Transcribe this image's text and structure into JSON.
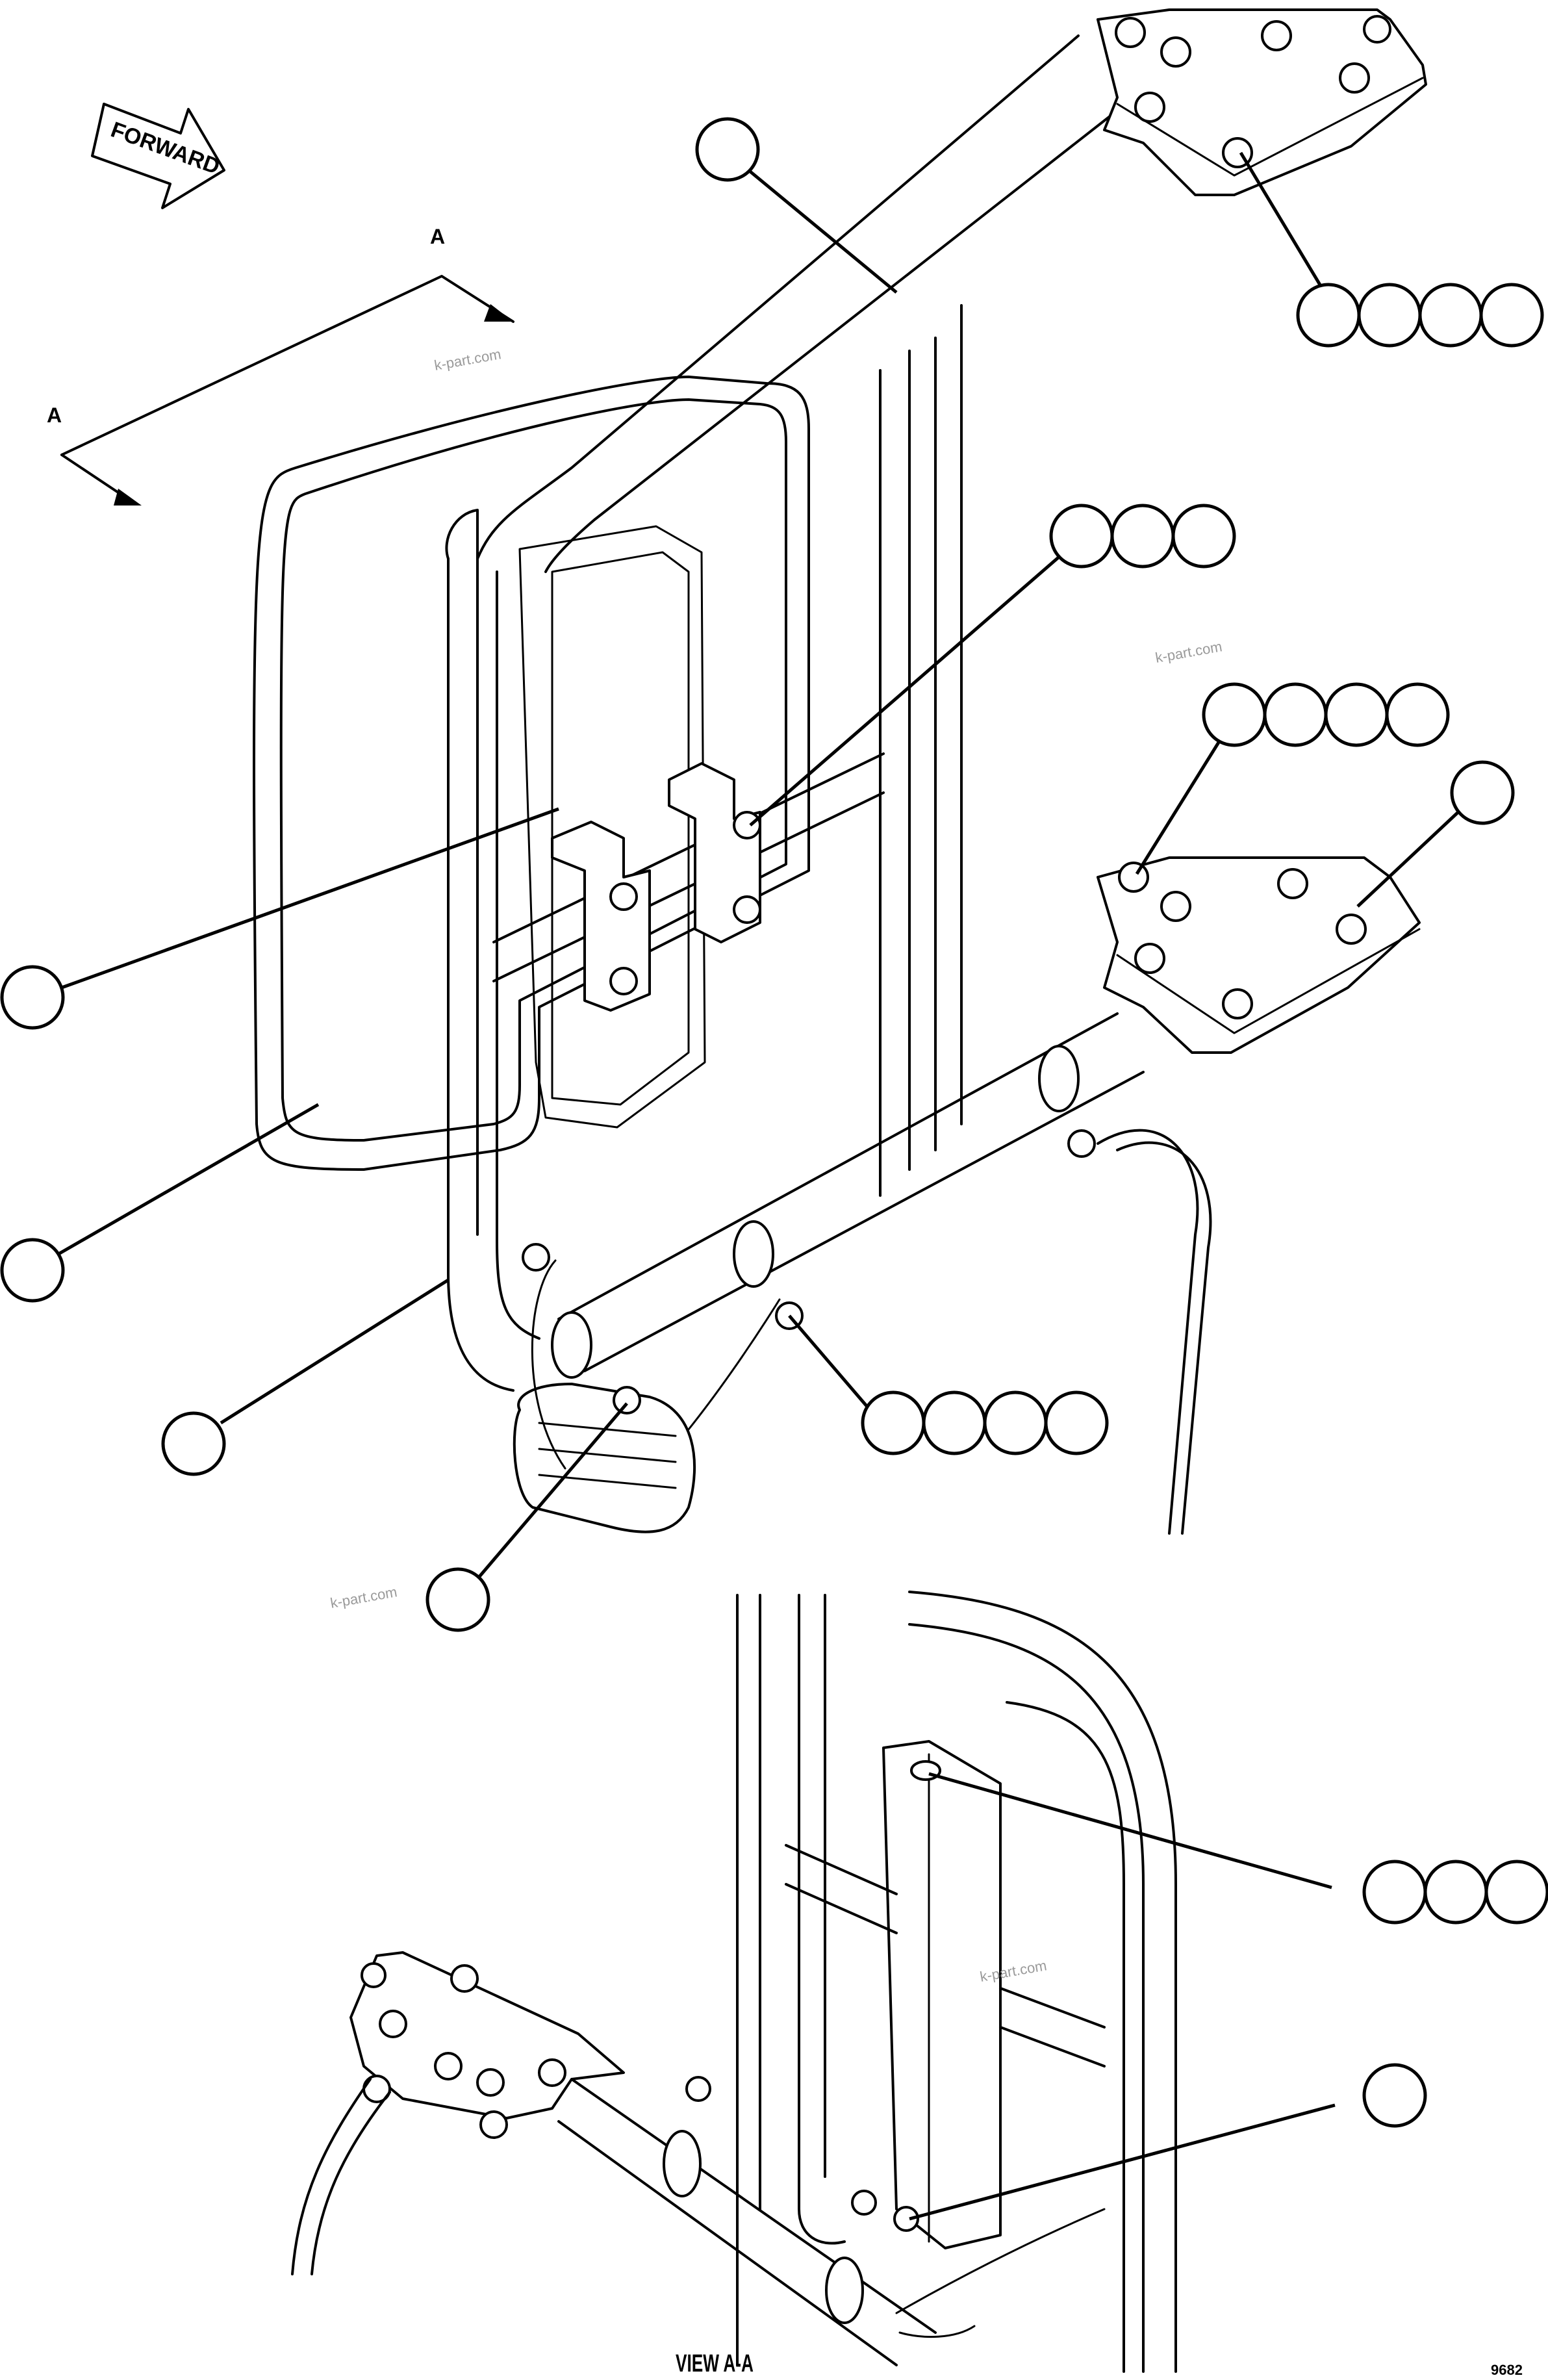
{
  "forward_label": "FORWARD",
  "section_marker": "A",
  "view_title": "VIEW A-A",
  "sheet_number": "9682",
  "watermark": "k-part.com",
  "callout_groups": [
    {
      "id": "g1",
      "count": 1
    },
    {
      "id": "g2",
      "count": 4
    },
    {
      "id": "g3",
      "count": 3
    },
    {
      "id": "g4",
      "count": 4
    },
    {
      "id": "g5",
      "count": 1
    },
    {
      "id": "g6",
      "count": 1
    },
    {
      "id": "g7",
      "count": 1
    },
    {
      "id": "g8",
      "count": 1
    },
    {
      "id": "g9",
      "count": 4
    },
    {
      "id": "g10",
      "count": 1
    },
    {
      "id": "g11",
      "count": 3
    },
    {
      "id": "g12",
      "count": 1
    }
  ]
}
